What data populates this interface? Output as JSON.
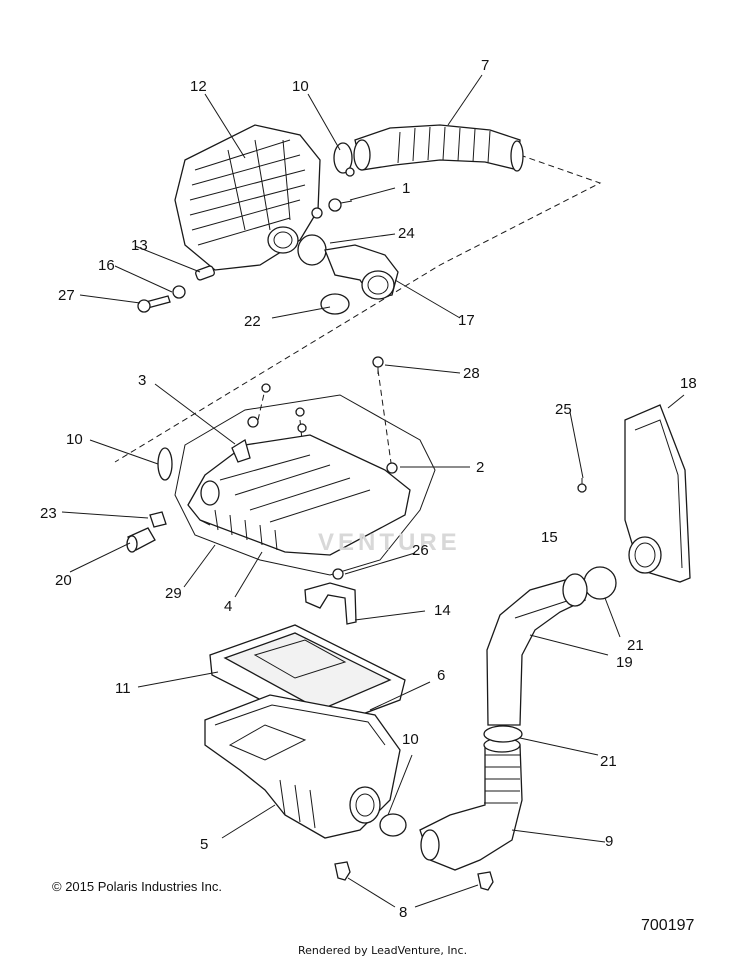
{
  "callouts": {
    "c1": "1",
    "c2": "2",
    "c3": "3",
    "c4": "4",
    "c5": "5",
    "c6": "6",
    "c7": "7",
    "c8": "8",
    "c9": "9",
    "c10a": "10",
    "c10b": "10",
    "c10c": "10",
    "c11": "11",
    "c12": "12",
    "c13": "13",
    "c14": "14",
    "c15": "15",
    "c16": "16",
    "c17": "17",
    "c18": "18",
    "c19": "19",
    "c20": "20",
    "c21a": "21",
    "c21b": "21",
    "c22": "22",
    "c23": "23",
    "c24": "24",
    "c25": "25",
    "c26": "26",
    "c27": "27",
    "c28": "28",
    "c29": "29"
  },
  "footer": {
    "copyright": "© 2015 Polaris Industries Inc.",
    "diagram_id": "700197",
    "rendered_by": "Rendered by LeadVenture, Inc."
  },
  "watermark": "VENTURE"
}
